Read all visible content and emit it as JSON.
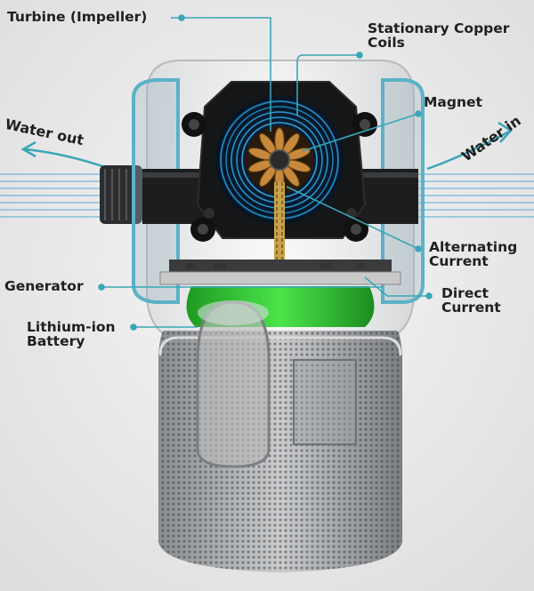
{
  "labels": {
    "turbine": "Turbine (Impeller)",
    "coils_line1": "Stationary Copper",
    "coils_line2": "Coils",
    "magnet": "Magnet",
    "alternating_line1": "Alternating",
    "alternating_line2": "Current",
    "direct_line1": "Direct",
    "direct_line2": "Current",
    "generator": "Generator",
    "battery_line1": "Lithium-ion",
    "battery_line2": "Battery",
    "water_out": "Water out",
    "water_in": "Water in"
  },
  "colors": {
    "background": "#ededed",
    "callout": "#3aa6b8",
    "label_text": "#202020",
    "generator_green": "#39d43a",
    "copper": "#c88a3a"
  }
}
